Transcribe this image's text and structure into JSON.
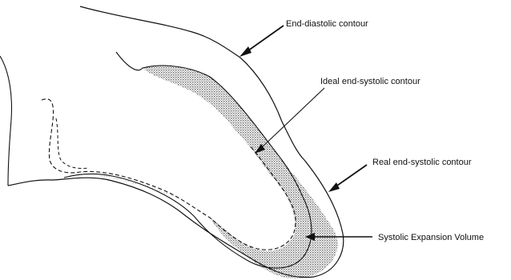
{
  "labels": {
    "end_diastolic": "End-diastolic contour",
    "ideal_end_systolic": "Ideal end-systolic contour",
    "real_end_systolic": "Real end-systolic contour",
    "systolic_expansion": "Systolic Expansion Volume"
  },
  "colors": {
    "line": "#111111",
    "hatch": "#555555",
    "background": "#ffffff"
  }
}
